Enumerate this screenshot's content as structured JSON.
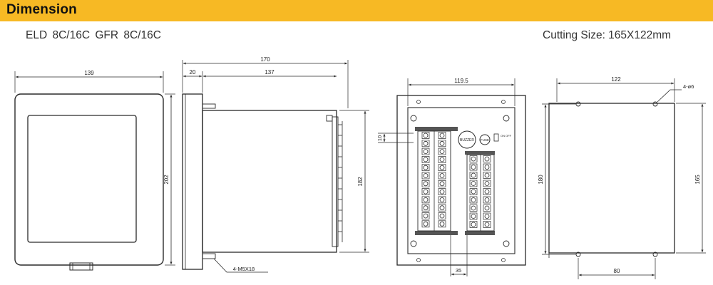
{
  "header": {
    "title": "Dimension"
  },
  "models": "ELD 8C/16C   GFR 8C/16C",
  "cutting_size": "Cutting Size: 165X122mm",
  "front_view": {
    "width": "139",
    "height": "202"
  },
  "side_view": {
    "total_depth": "170",
    "bezel": "20",
    "body_depth": "137",
    "height": "182",
    "screw": "4-M5X18"
  },
  "rear_view": {
    "width": "119.5",
    "pitch": "10",
    "bottom": "35",
    "buzzer": "BUZZER",
    "fuse": "FUSE",
    "switch": "ON\nOFF"
  },
  "cutout_view": {
    "width": "122",
    "hole": "4-ø6",
    "left_height": "180",
    "right_height": "165",
    "bottom_pitch": "80"
  },
  "colors": {
    "header_bg": "#f7b924",
    "line": "#2a2a2a"
  }
}
